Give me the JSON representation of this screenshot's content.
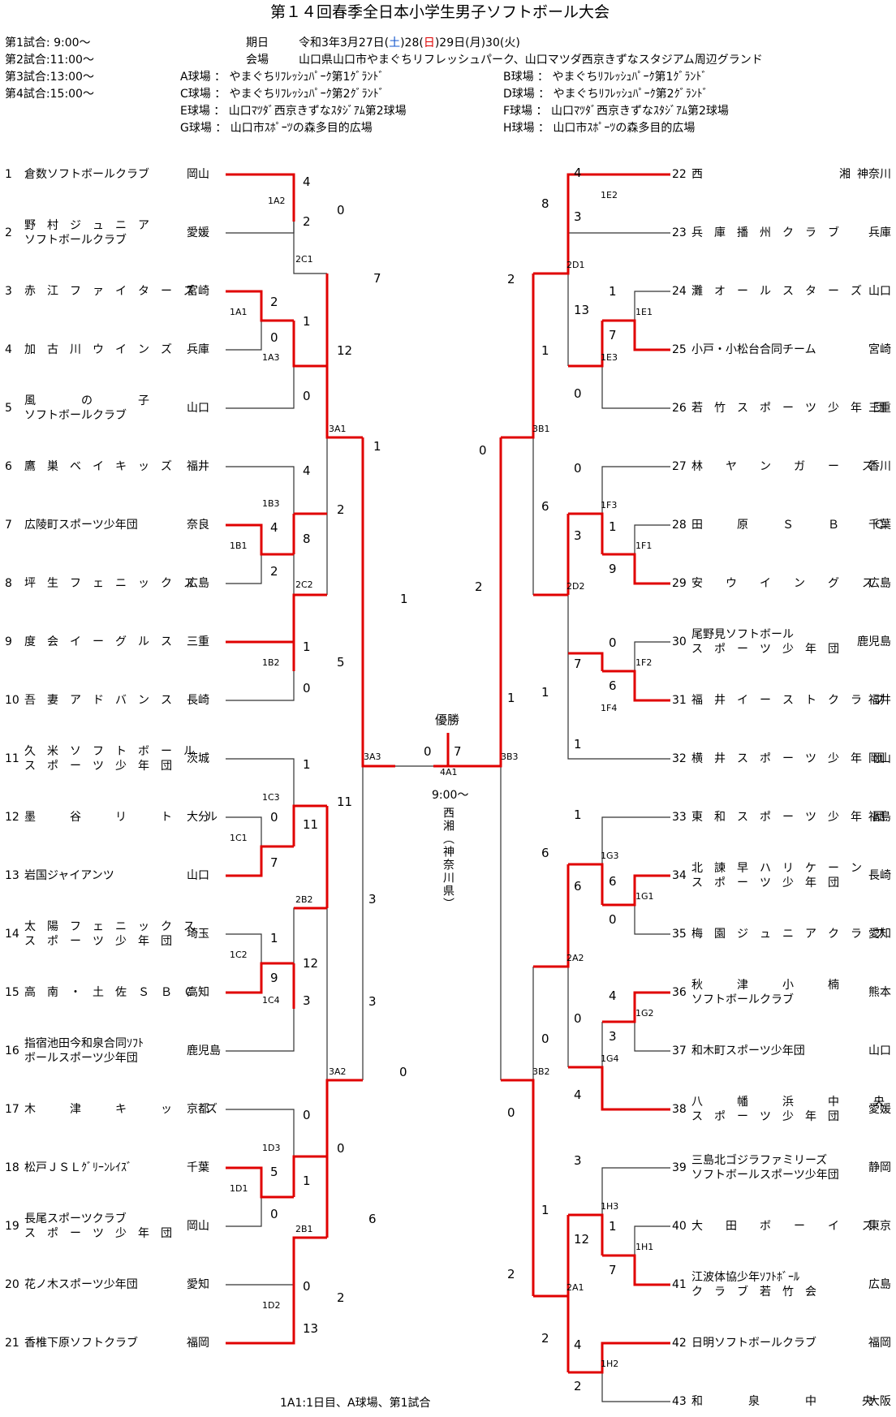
{
  "title": "第１４回春季全日本小学生男子ソフトボール大会",
  "schedule": [
    "第1試合: 9:00～",
    "第2試合:11:00～",
    "第3試合:13:00～",
    "第4試合:15:00～"
  ],
  "period": {
    "label": "期日",
    "p1": "令和3年3月27日(",
    "sat": "土",
    "p2": ")28(",
    "sun": "日",
    "p3": ")29日(月)30(火)"
  },
  "venue": {
    "label": "会場",
    "value": "山口県山口市やまぐちリフレッシュパーク、山口マツダ西京きずなスタジアム周辺グランド"
  },
  "fields": [
    "A球場 ： やまぐちﾘﾌﾚｯｼｭﾊﾟｰｸ第1ｸﾞﾗﾝﾄﾞ",
    "B球場 ： やまぐちﾘﾌﾚｯｼｭﾊﾟｰｸ第1ｸﾞﾗﾝﾄﾞ",
    "C球場 ： やまぐちﾘﾌﾚｯｼｭﾊﾟｰｸ第2ｸﾞﾗﾝﾄﾞ",
    "D球場 ： やまぐちﾘﾌﾚｯｼｭﾊﾟｰｸ第2ｸﾞﾗﾝﾄﾞ",
    "E球場 ： 山口ﾏﾂﾀﾞ西京きずなｽﾀｼﾞｱﾑ第2球場",
    "F球場 ： 山口ﾏﾂﾀﾞ西京きずなｽﾀｼﾞｱﾑ第2球場",
    "G球場 ： 山口市ｽﾎﾟｰﾂの森多目的広場",
    "H球場 ： 山口市ｽﾎﾟｰﾂの森多目的広場"
  ],
  "left_teams": [
    {
      "no": "1",
      "name": "倉数ソフトボールクラブ",
      "pref": "岡山"
    },
    {
      "no": "2",
      "name": "野　村　ジ　ュ　ニ　ア",
      "name2": "ソフトボールクラブ",
      "pref": "愛媛"
    },
    {
      "no": "3",
      "name": "赤　江　フ　ァ　イ　タ　ー　ズ",
      "pref": "宮崎"
    },
    {
      "no": "4",
      "name": "加　古　川　ウ　イ　ン　ズ",
      "pref": "兵庫"
    },
    {
      "no": "5",
      "name": "風　　　　の　　　　子",
      "name2": "ソフトボールクラブ",
      "pref": "山口"
    },
    {
      "no": "6",
      "name": "鷹　巣　ベ　イ　キ　ッ　ズ",
      "pref": "福井"
    },
    {
      "no": "7",
      "name": "広陵町スポーツ少年団",
      "pref": "奈良"
    },
    {
      "no": "8",
      "name": "坪　生　フ　ェ　ニ　ッ　ク　ス",
      "pref": "広島"
    },
    {
      "no": "9",
      "name": "度　会　イ　ー　グ　ル　ス",
      "pref": "三重"
    },
    {
      "no": "10",
      "name": "吾　妻　ア　ド　バ　ン　ス",
      "pref": "長崎"
    },
    {
      "no": "11",
      "name": "久　米　ソ　フ　ト　ボ　ー　ル",
      "name2": "ス　ポ　ー　ツ　少　年　団",
      "pref": "茨城"
    },
    {
      "no": "12",
      "name": "墨　　　谷　　　リ　　　ト　　　ル",
      "pref": "大分"
    },
    {
      "no": "13",
      "name": "岩国ジャイアンツ",
      "pref": "山口"
    },
    {
      "no": "14",
      "name": "太　陽　フ　ェ　ニ　ッ　ク　ス",
      "name2": "ス　ポ　ー　ツ　少　年　団",
      "pref": "埼玉"
    },
    {
      "no": "15",
      "name": "高　南　・　土　佐　Ｓ　Ｂ　Ｃ",
      "pref": "高知"
    },
    {
      "no": "16",
      "name": "指宿池田今和泉合同ｿﾌﾄ",
      "name2": "ボールスポーツ少年団",
      "pref": "鹿児島"
    },
    {
      "no": "17",
      "name": "木　　　津　　　キ　　　ッ　　　ズ",
      "pref": "京都"
    },
    {
      "no": "18",
      "name": "松戸ＪＳＬｸﾞﾘｰﾝﾚｲｽﾞ",
      "pref": "千葉"
    },
    {
      "no": "19",
      "name": "長尾スポーツクラブ",
      "name2": "ス　ポ　ー　ツ　少　年　団",
      "pref": "岡山"
    },
    {
      "no": "20",
      "name": "花ノ木スポーツ少年団",
      "pref": "愛知"
    },
    {
      "no": "21",
      "name": "香椎下原ソフトクラブ",
      "pref": "福岡"
    }
  ],
  "right_teams": [
    {
      "no": "22",
      "name": "西　　　　　　　　　　　　湘",
      "pref": "神奈川"
    },
    {
      "no": "23",
      "name": "兵　庫　播　州　ク　ラ　ブ",
      "pref": "兵庫"
    },
    {
      "no": "24",
      "name": "灘　オ　ー　ル　ス　タ　ー　ズ",
      "pref": "山口"
    },
    {
      "no": "25",
      "name": "小戸・小松台合同チーム",
      "pref": "宮崎"
    },
    {
      "no": "26",
      "name": "若　竹　ス　ポ　ー　ツ　少　年　団",
      "pref": "三重"
    },
    {
      "no": "27",
      "name": "林　　ヤ　　ン　　ガ　　ー　　ズ",
      "pref": "香川"
    },
    {
      "no": "28",
      "name": "田　　　原　　　Ｓ　　　Ｂ　　　Ｃ",
      "pref": "千葉"
    },
    {
      "no": "29",
      "name": "安　　ウ　　イ　　ン　　グ　　ス",
      "pref": "広島"
    },
    {
      "no": "30",
      "name": "尾野見ソフトボール",
      "name2": "ス　ポ　ー　ツ　少　年　団",
      "pref": "鹿児島"
    },
    {
      "no": "31",
      "name": "福　井　イ　ー　ス　ト　ク　ラ　ブ",
      "pref": "福井"
    },
    {
      "no": "32",
      "name": "横　井　ス　ポ　ー　ツ　少　年　団",
      "pref": "岡山"
    },
    {
      "no": "33",
      "name": "東　和　ス　ポ　ー　ツ　少　年　団",
      "pref": "福島"
    },
    {
      "no": "34",
      "name": "北　諫　早　ハ　リ　ケ　ー　ン",
      "name2": "ス　ポ　ー　ツ　少　年　団",
      "pref": "長崎"
    },
    {
      "no": "35",
      "name": "梅　園　ジ　ュ　ニ　ア　ク　ラ　ブ",
      "pref": "愛知"
    },
    {
      "no": "36",
      "name": "秋　　　津　　　小　　　楠",
      "name2": "ソフトボールクラブ",
      "pref": "熊本"
    },
    {
      "no": "37",
      "name": "和木町スポーツ少年団",
      "pref": "山口"
    },
    {
      "no": "38",
      "name": "八　　　幡　　　浜　　　中　　　央",
      "name2": "ス　ポ　ー　ツ　少　年　団",
      "pref": "愛媛"
    },
    {
      "no": "39",
      "name": "三島北ゴジラファミリーズ",
      "name2": "ソフトボールスポーツ少年団",
      "pref": "静岡"
    },
    {
      "no": "40",
      "name": "大　　田　　ボ　　ー　　イ　　ズ",
      "pref": "東京"
    },
    {
      "no": "41",
      "name": "江波体協少年ｿﾌﾄﾎﾞｰﾙ",
      "name2": "ク　ラ　ブ　若　竹　会",
      "pref": "広島"
    },
    {
      "no": "42",
      "name": "日明ソフトボールクラブ",
      "pref": "福岡"
    },
    {
      "no": "43",
      "name": "和　　　　泉　　　　中　　　　央",
      "pref": "大阪"
    }
  ],
  "scores": [
    {
      "id": "L1A2a",
      "v": "4"
    },
    {
      "id": "L1A2b",
      "v": "2"
    },
    {
      "id": "L1A1a",
      "v": "2"
    },
    {
      "id": "L1A1b",
      "v": "0"
    },
    {
      "id": "L1A3a",
      "v": "1"
    },
    {
      "id": "L1A3b",
      "v": "0"
    },
    {
      "id": "L2C1a",
      "v": "0"
    },
    {
      "id": "L2C1b",
      "v": "12"
    },
    {
      "id": "L1B3a",
      "v": "4"
    },
    {
      "id": "L1B1a",
      "v": "4"
    },
    {
      "id": "L1B1b",
      "v": "2"
    },
    {
      "id": "L1B3b",
      "v": "8"
    },
    {
      "id": "L1B2a",
      "v": "1"
    },
    {
      "id": "L1B2b",
      "v": "0"
    },
    {
      "id": "L2C2a",
      "v": "2"
    },
    {
      "id": "L2C2b",
      "v": "5"
    },
    {
      "id": "L3A1a",
      "v": "7"
    },
    {
      "id": "L3A1b",
      "v": "1"
    },
    {
      "id": "L1C3a",
      "v": "1"
    },
    {
      "id": "L1C1a",
      "v": "0"
    },
    {
      "id": "L1C1b",
      "v": "7"
    },
    {
      "id": "L1C3b",
      "v": "11"
    },
    {
      "id": "L1C2a",
      "v": "1"
    },
    {
      "id": "L1C2b",
      "v": "9"
    },
    {
      "id": "L1C4a",
      "v": "12"
    },
    {
      "id": "L1C4b",
      "v": "3"
    },
    {
      "id": "L2B2a",
      "v": "11"
    },
    {
      "id": "L2B2b",
      "v": "3"
    },
    {
      "id": "L1D3a",
      "v": "0"
    },
    {
      "id": "L1D1a",
      "v": "5"
    },
    {
      "id": "L1D1b",
      "v": "0"
    },
    {
      "id": "L1D3b",
      "v": "1"
    },
    {
      "id": "L1D2a",
      "v": "0"
    },
    {
      "id": "L1D2b",
      "v": "13"
    },
    {
      "id": "L2B1a",
      "v": "0"
    },
    {
      "id": "L2B1b",
      "v": "2"
    },
    {
      "id": "L3A2a",
      "v": "3"
    },
    {
      "id": "L3A2b",
      "v": "6"
    },
    {
      "id": "L3A3a",
      "v": "1"
    },
    {
      "id": "L3A3b",
      "v": "0"
    },
    {
      "id": "F_L",
      "v": "0"
    },
    {
      "id": "F_R",
      "v": "7"
    },
    {
      "id": "R1E2a",
      "v": "4"
    },
    {
      "id": "R1E2b",
      "v": "3"
    },
    {
      "id": "R1E1a",
      "v": "1"
    },
    {
      "id": "R1E1b",
      "v": "7"
    },
    {
      "id": "R1E3a",
      "v": "13"
    },
    {
      "id": "R1E3b",
      "v": "0"
    },
    {
      "id": "R2D1a",
      "v": "8"
    },
    {
      "id": "R2D1b",
      "v": "1"
    },
    {
      "id": "R1F3a",
      "v": "0"
    },
    {
      "id": "R1F1a",
      "v": "1"
    },
    {
      "id": "R1F1b",
      "v": "9"
    },
    {
      "id": "R1F3b",
      "v": "3"
    },
    {
      "id": "R1F2a",
      "v": "0"
    },
    {
      "id": "R1F2b",
      "v": "6"
    },
    {
      "id": "R1F4a",
      "v": "7"
    },
    {
      "id": "R1F4b",
      "v": "1"
    },
    {
      "id": "R2D2a",
      "v": "6"
    },
    {
      "id": "R2D2b",
      "v": "1"
    },
    {
      "id": "R3B1a",
      "v": "2"
    },
    {
      "id": "R3B1b",
      "v": "0"
    },
    {
      "id": "R3B3a",
      "v": "2"
    },
    {
      "id": "R3B3b",
      "v": "1"
    },
    {
      "id": "R1G3a",
      "v": "1"
    },
    {
      "id": "R1G1a",
      "v": "6"
    },
    {
      "id": "R1G1b",
      "v": "0"
    },
    {
      "id": "R1G3b",
      "v": "6"
    },
    {
      "id": "R1G2a",
      "v": "4"
    },
    {
      "id": "R1G2b",
      "v": "3"
    },
    {
      "id": "R1G4a",
      "v": "0"
    },
    {
      "id": "R1G4b",
      "v": "4"
    },
    {
      "id": "R2A2a",
      "v": "6"
    },
    {
      "id": "R2A2b",
      "v": "0"
    },
    {
      "id": "R1H3a",
      "v": "3"
    },
    {
      "id": "R1H1a",
      "v": "1"
    },
    {
      "id": "R1H1b",
      "v": "7"
    },
    {
      "id": "R1H3b",
      "v": "12"
    },
    {
      "id": "R1H2a",
      "v": "4"
    },
    {
      "id": "R1H2b",
      "v": "2"
    },
    {
      "id": "R2A1a",
      "v": "1"
    },
    {
      "id": "R2A1b",
      "v": "2"
    },
    {
      "id": "R3B2a",
      "v": "2"
    },
    {
      "id": "R3B2b",
      "v": "0"
    }
  ],
  "codes": [
    "1A2",
    "1A1",
    "1A3",
    "2C1",
    "1B3",
    "1B1",
    "2C2",
    "1B2",
    "3A1",
    "1C3",
    "1C1",
    "2B2",
    "1C2",
    "1C4",
    "3A2",
    "1D3",
    "1D1",
    "2B1",
    "1D2",
    "3A3",
    "1E2",
    "2D1",
    "1E1",
    "1E3",
    "3B1",
    "1F3",
    "1F1",
    "2D2",
    "1F2",
    "1F4",
    "3B3",
    "1G3",
    "1G1",
    "2A2",
    "1G2",
    "1G4",
    "3B2",
    "1H3",
    "1H1",
    "2A1",
    "1H2"
  ],
  "final": {
    "label": "優勝",
    "code": "4A1",
    "time": "9:00～",
    "winner_v": "西湘（神奈川県）"
  },
  "footnote": "1A1:1日目、A球場、第1試合",
  "colors": {
    "win": "#e00000",
    "line": "#333333"
  }
}
